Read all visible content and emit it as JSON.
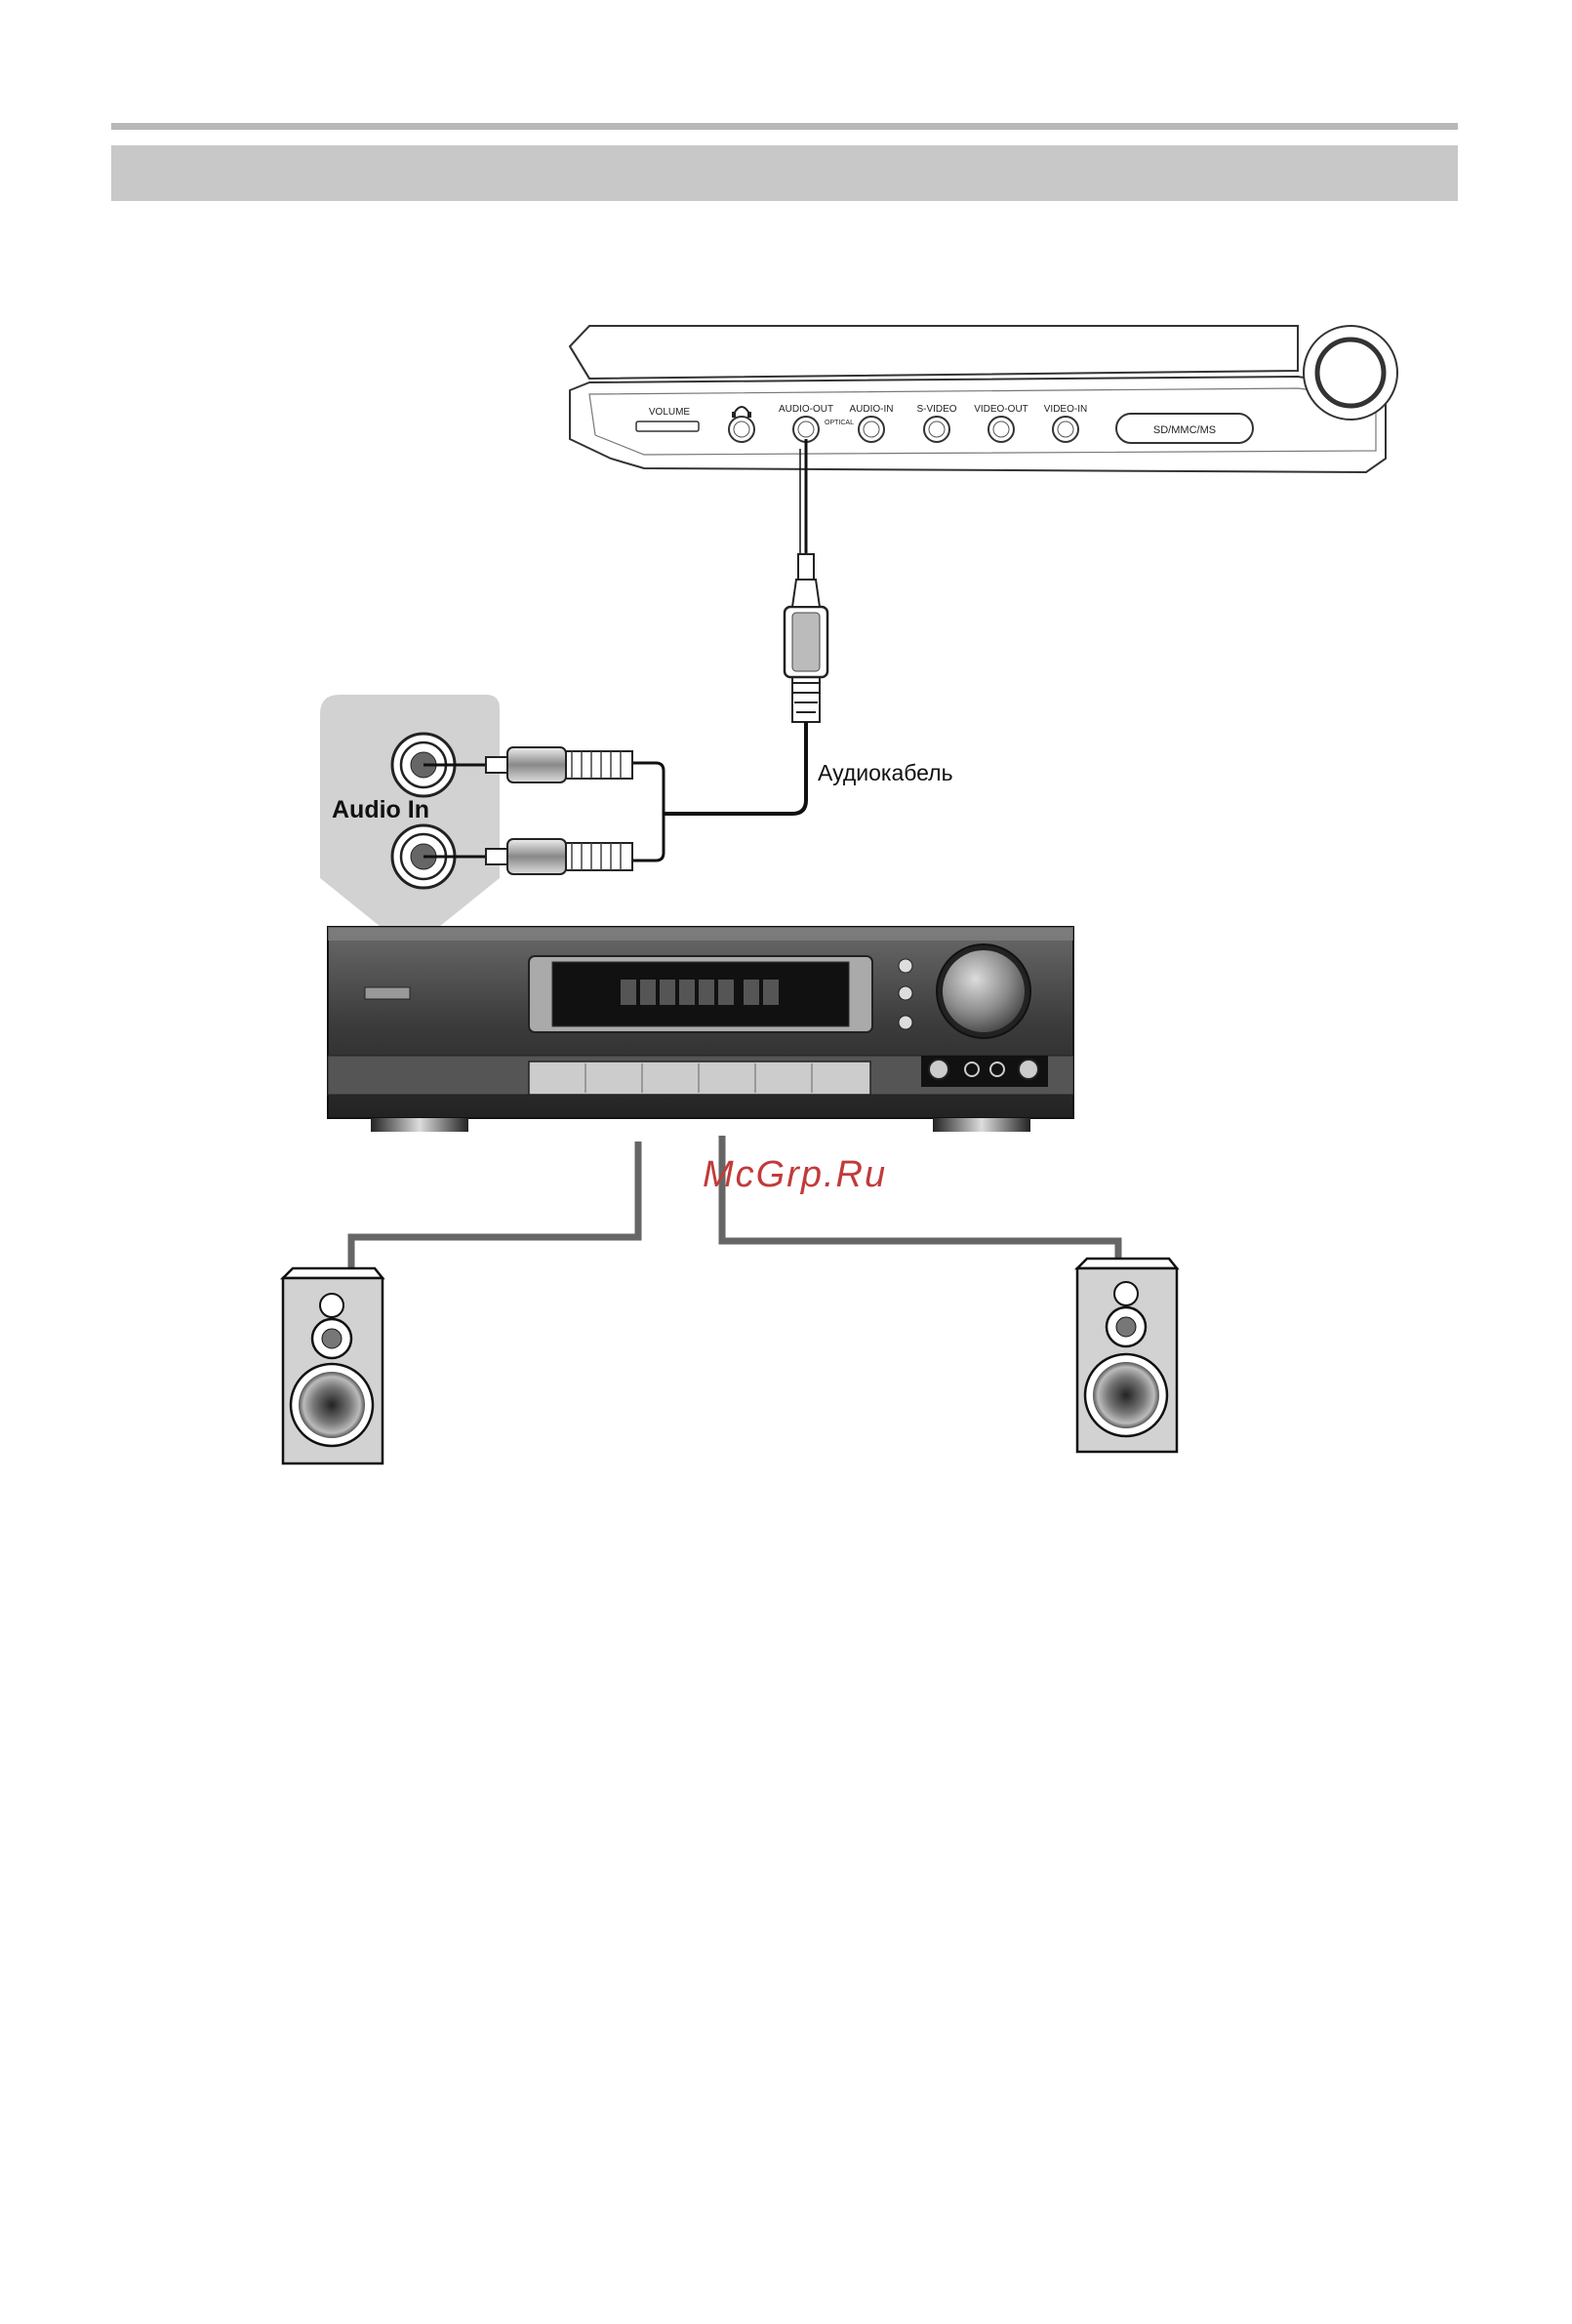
{
  "dvd_player": {
    "labels": {
      "volume": "VOLUME",
      "audio_out": "AUDIO-OUT",
      "optical": "OPTICAL",
      "audio_in": "AUDIO-IN",
      "s_video": "S-VIDEO",
      "video_out": "VIDEO-OUT",
      "video_in": "VIDEO-IN",
      "card_slot": "SD/MMC/MS"
    }
  },
  "receiver_panel": {
    "label": "Audio In"
  },
  "cable_label": "Аудиокабель",
  "watermark": "McGrp.Ru",
  "colors": {
    "panel_gray": "#d2d2d2",
    "receiver_dark": "#3a3a3a",
    "cable": "#111111",
    "speaker_wire": "#666666",
    "watermark": "#c23a3a"
  }
}
